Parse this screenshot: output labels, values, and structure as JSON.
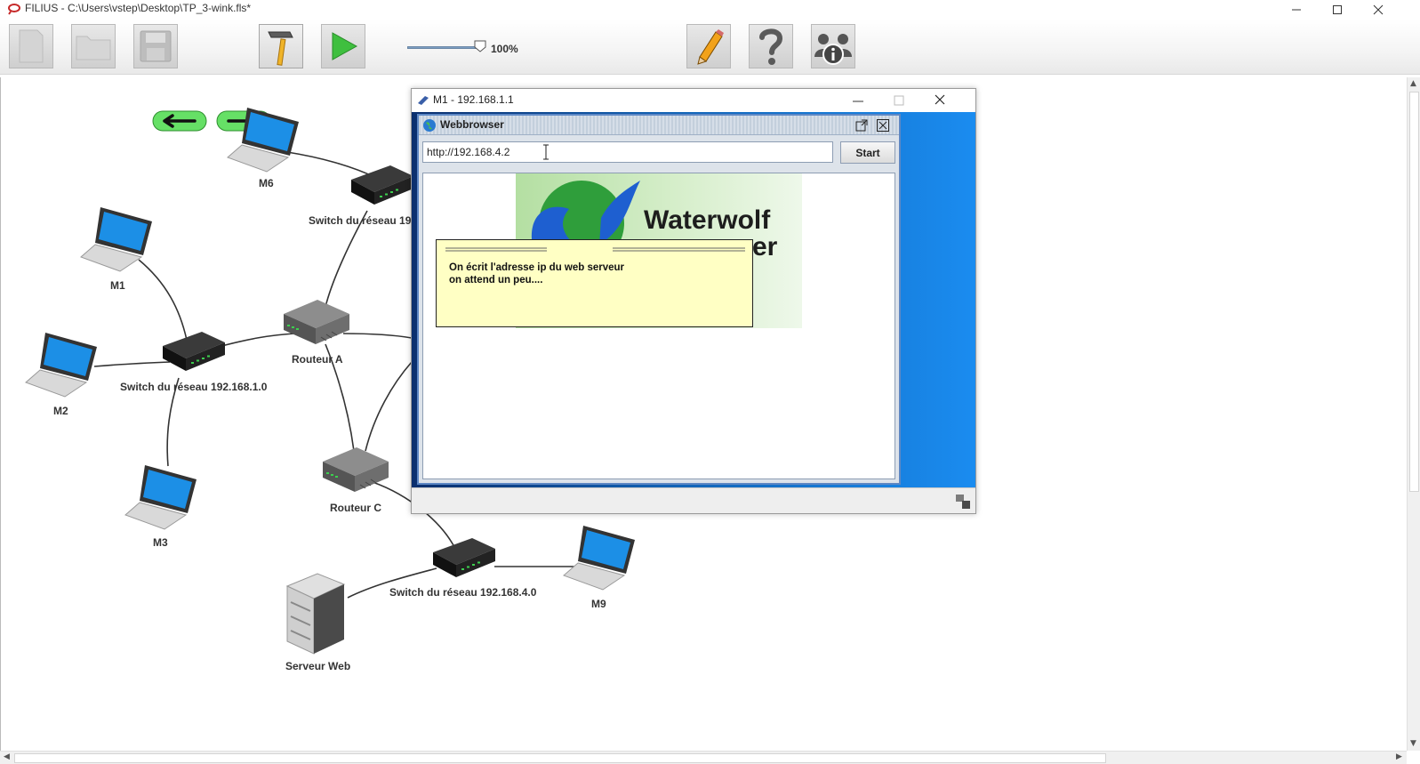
{
  "titlebar": {
    "title": "FILIUS - C:\\Users\\vstep\\Desktop\\TP_3-wink.fls*"
  },
  "toolbar": {
    "zoom_label": "100%",
    "zoom_value_percent": 100,
    "icons": [
      "new-file-icon",
      "open-folder-icon",
      "save-icon",
      "hammer-icon",
      "play-icon",
      "pencil-icon",
      "question-icon",
      "info-users-icon"
    ]
  },
  "network": {
    "labels": {
      "m6": "M6",
      "m1": "M1",
      "m2": "M2",
      "m3": "M3",
      "m9": "M9",
      "switch_top": "Switch du réseau 19",
      "switch_1": "Switch du réseau 192.168.1.0",
      "switch_4": "Switch du réseau 192.168.4.0",
      "router_a": "Routeur A",
      "router_c": "Routeur C",
      "server": "Serveur Web"
    }
  },
  "m1_window": {
    "title": "M1 - 192.168.1.1"
  },
  "browser": {
    "title": "Webbrowser",
    "url": "http://192.168.4.2",
    "start_label": "Start",
    "banner_title": "Waterwolf",
    "banner_subtitle_fragment": "er"
  },
  "note": {
    "text": "On écrit l'adresse ip du web serveur\non attend un peu...."
  },
  "colors": {
    "play_green": "#3fbf3f",
    "desktop_blue": "#1a8cf0",
    "note_bg": "#ffffc4",
    "arrow_green": "#66e066"
  }
}
